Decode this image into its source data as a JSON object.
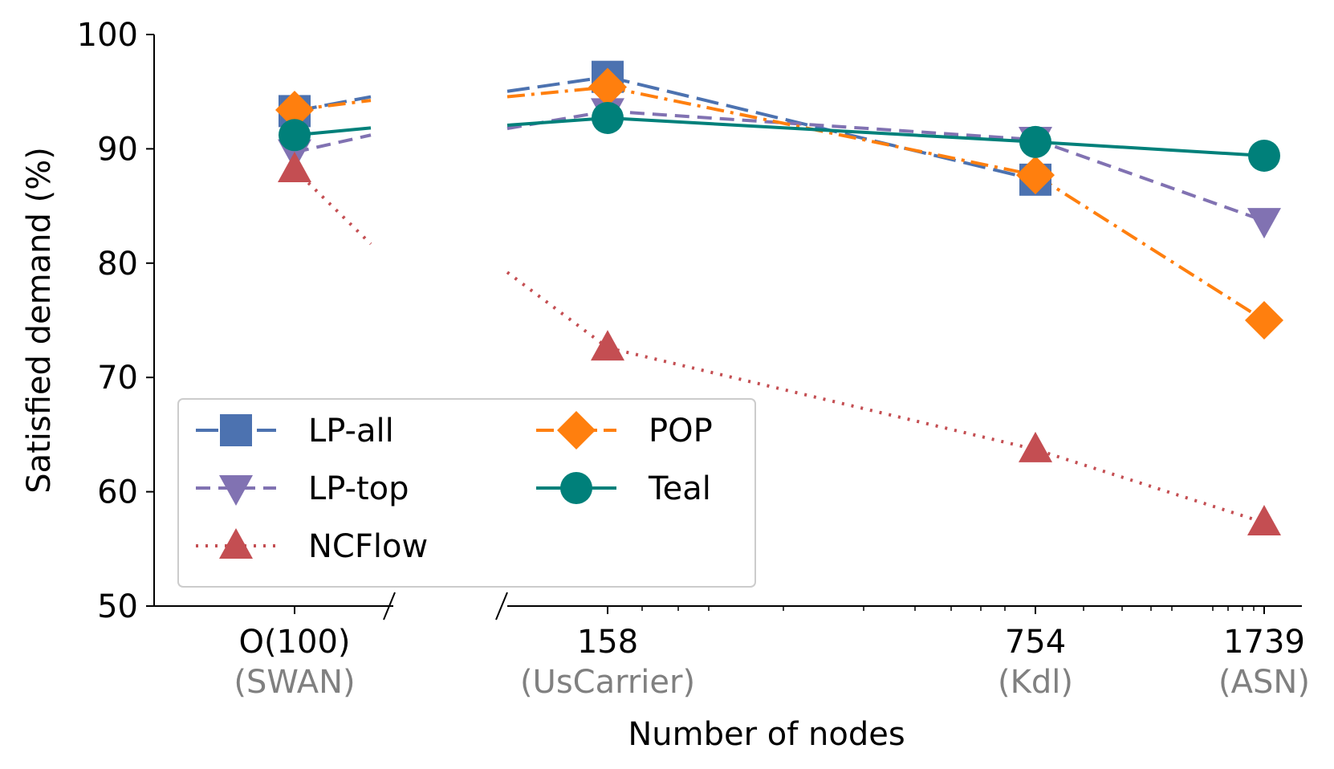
{
  "chart_data": {
    "type": "line",
    "ylabel": "Satisfied demand (%)",
    "xlabel": "Number of nodes",
    "ylim": [
      50,
      100
    ],
    "yticks": [
      50,
      60,
      70,
      80,
      90,
      100
    ],
    "x_scale": "log-like with axis break between O(100) and 158",
    "categories": [
      {
        "label": "O(100)",
        "sublabel": "(SWAN)"
      },
      {
        "label": "158",
        "sublabel": "(UsCarrier)"
      },
      {
        "label": "754",
        "sublabel": "(Kdl)"
      },
      {
        "label": "1739",
        "sublabel": "(ASN)"
      }
    ],
    "grid": false,
    "legend_position": "lower-left",
    "series": [
      {
        "name": "LP-all",
        "color": "#4c72b0",
        "marker": "square",
        "dash": "long-dash",
        "values": [
          93.3,
          96.3,
          87.3,
          null
        ]
      },
      {
        "name": "LP-top",
        "color": "#8172b2",
        "marker": "triangle-down",
        "dash": "dash",
        "values": [
          89.7,
          93.3,
          90.8,
          83.7
        ]
      },
      {
        "name": "NCFlow",
        "color": "#c44e52",
        "marker": "triangle-up",
        "dash": "dot",
        "values": [
          88.2,
          72.6,
          63.7,
          57.3
        ]
      },
      {
        "name": "POP",
        "color": "#ff7f0e",
        "marker": "diamond",
        "dash": "dash-dot",
        "values": [
          93.4,
          95.4,
          87.7,
          75.0
        ]
      },
      {
        "name": "Teal",
        "color": "#00807a",
        "marker": "circle",
        "dash": "solid",
        "values": [
          91.2,
          92.7,
          90.6,
          89.4
        ]
      }
    ]
  }
}
